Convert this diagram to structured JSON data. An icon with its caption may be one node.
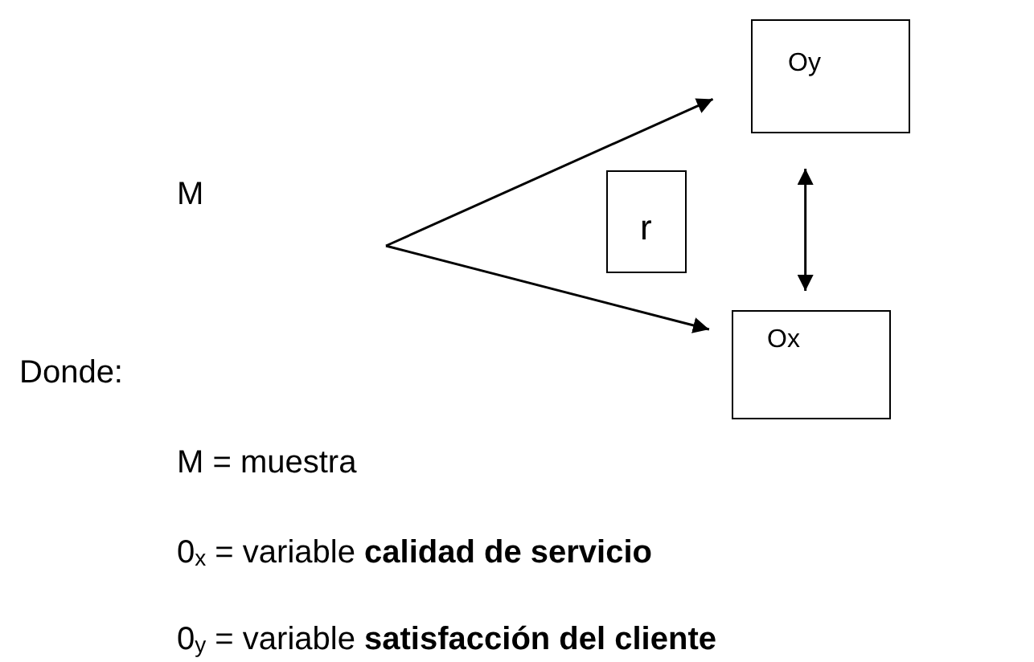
{
  "diagram": {
    "nodes": [
      {
        "text": [
          "Oy"
        ]
      },
      {
        "text": [
          "r"
        ]
      },
      {
        "text": [
          "Ox"
        ]
      }
    ],
    "edges": [
      {
        "from": null,
        "to": 0,
        "arrow": "to"
      },
      {
        "from": null,
        "to": 2,
        "arrow": "to"
      },
      {
        "from": 0,
        "to": 2,
        "arrow": "both"
      }
    ],
    "labels": [
      "M",
      "Donde:",
      "M = muestra",
      "0$_{x}$ = variable **calidad de servicio**",
      "0$_{y}$ = variable **satisfacción del cliente**"
    ]
  }
}
